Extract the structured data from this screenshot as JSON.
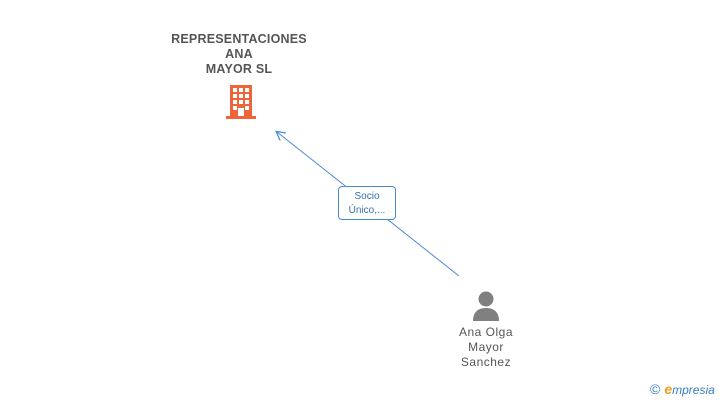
{
  "company": {
    "name_lines": [
      "REPRESENTACIONES",
      "ANA",
      "MAYOR SL"
    ],
    "icon": "building-icon",
    "color": "#f0643c"
  },
  "relation": {
    "label_lines": [
      "Socio",
      "Único,..."
    ],
    "line_color": "#4a8ad4"
  },
  "person": {
    "name_lines": [
      "Ana Olga",
      "Mayor",
      "Sanchez"
    ],
    "icon": "person-icon",
    "color": "#808080"
  },
  "watermark": {
    "copyright_symbol": "©",
    "brand_initial": "e",
    "brand_rest": "mpresia"
  }
}
